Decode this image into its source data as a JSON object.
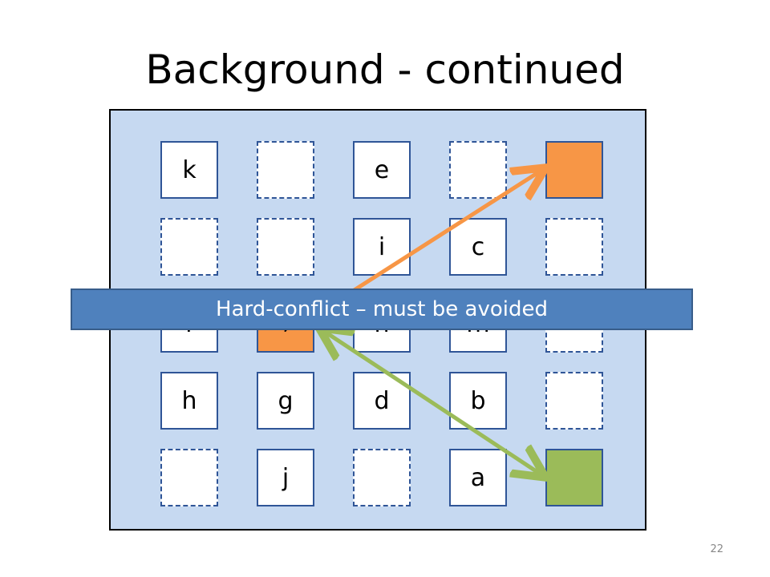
{
  "slide": {
    "title": "Background - continued",
    "banner": "Hard-conflict – must be avoided",
    "page_number": "22"
  },
  "grid": [
    [
      {
        "label": "k",
        "style": "solid"
      },
      {
        "label": "",
        "style": "empty"
      },
      {
        "label": "e",
        "style": "solid"
      },
      {
        "label": "",
        "style": "empty"
      },
      {
        "label": "",
        "style": "orange"
      }
    ],
    [
      {
        "label": "",
        "style": "empty"
      },
      {
        "label": "",
        "style": "empty"
      },
      {
        "label": "i",
        "style": "solid"
      },
      {
        "label": "c",
        "style": "solid"
      },
      {
        "label": "",
        "style": "empty"
      }
    ],
    [
      {
        "label": "f",
        "style": "solid"
      },
      {
        "label": "l",
        "style": "orange"
      },
      {
        "label": "n",
        "style": "solid"
      },
      {
        "label": "m",
        "style": "solid"
      },
      {
        "label": "",
        "style": "empty"
      }
    ],
    [
      {
        "label": "h",
        "style": "solid"
      },
      {
        "label": "g",
        "style": "solid"
      },
      {
        "label": "d",
        "style": "solid"
      },
      {
        "label": "b",
        "style": "solid"
      },
      {
        "label": "",
        "style": "empty"
      }
    ],
    [
      {
        "label": "",
        "style": "empty"
      },
      {
        "label": "j",
        "style": "solid"
      },
      {
        "label": "",
        "style": "empty"
      },
      {
        "label": "a",
        "style": "solid"
      },
      {
        "label": "",
        "style": "green"
      }
    ]
  ],
  "colors": {
    "orange": "#f79646",
    "green": "#9bbb59",
    "banner": "#4f81bd",
    "board": "#c6d9f1"
  }
}
